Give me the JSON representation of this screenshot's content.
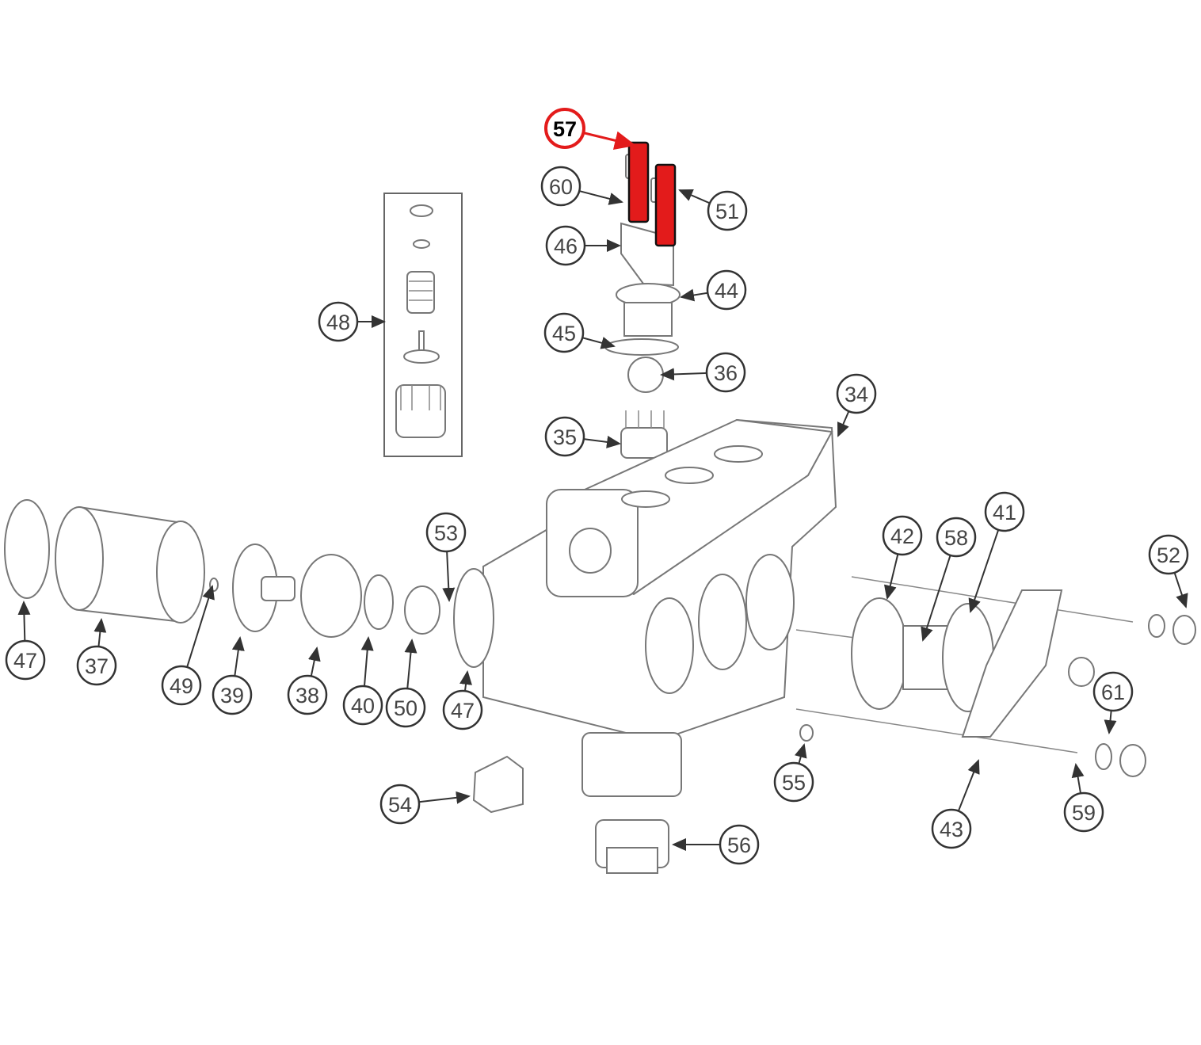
{
  "diagram": {
    "type": "exploded-parts-diagram",
    "highlight_color": "#e31b1b",
    "highlighted_part": "57",
    "callouts": [
      {
        "label": "57",
        "highlighted": true
      },
      {
        "label": "60"
      },
      {
        "label": "51"
      },
      {
        "label": "46"
      },
      {
        "label": "44"
      },
      {
        "label": "45"
      },
      {
        "label": "36"
      },
      {
        "label": "48"
      },
      {
        "label": "34"
      },
      {
        "label": "35"
      },
      {
        "label": "53"
      },
      {
        "label": "42"
      },
      {
        "label": "58"
      },
      {
        "label": "41"
      },
      {
        "label": "52"
      },
      {
        "label": "47"
      },
      {
        "label": "37"
      },
      {
        "label": "49"
      },
      {
        "label": "39"
      },
      {
        "label": "38"
      },
      {
        "label": "40"
      },
      {
        "label": "50"
      },
      {
        "label": "47"
      },
      {
        "label": "61"
      },
      {
        "label": "55"
      },
      {
        "label": "59"
      },
      {
        "label": "43"
      },
      {
        "label": "54"
      },
      {
        "label": "56"
      }
    ]
  }
}
